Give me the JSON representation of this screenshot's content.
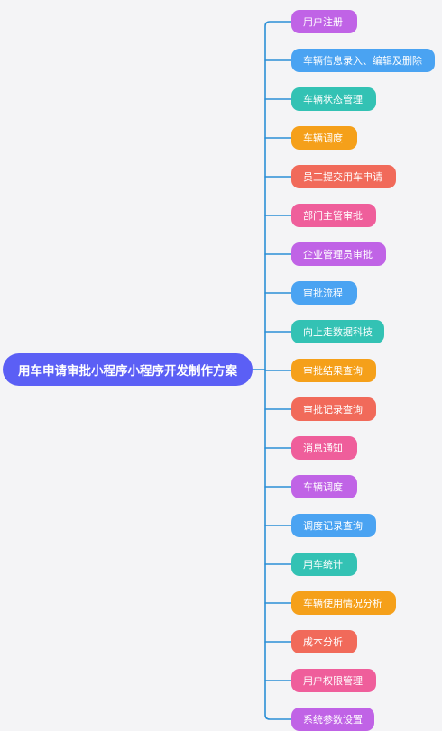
{
  "diagram": {
    "root": {
      "label": "用车申请审批小程序小程序开发制作方案",
      "color": "#5b5ff5"
    },
    "connector_color": "#2b8fd6",
    "children": [
      {
        "label": "用户注册",
        "color": "#c063e6"
      },
      {
        "label": "车辆信息录入、编辑及删除",
        "color": "#4aa3f2"
      },
      {
        "label": "车辆状态管理",
        "color": "#33c2b4"
      },
      {
        "label": "车辆调度",
        "color": "#f5a01a"
      },
      {
        "label": "员工提交用车申请",
        "color": "#f16a5a"
      },
      {
        "label": "部门主管审批",
        "color": "#ef5e9b"
      },
      {
        "label": "企业管理员审批",
        "color": "#c063e6"
      },
      {
        "label": "审批流程",
        "color": "#4aa3f2"
      },
      {
        "label": "向上走数据科技",
        "color": "#33c2b4"
      },
      {
        "label": "审批结果查询",
        "color": "#f5a01a"
      },
      {
        "label": "审批记录查询",
        "color": "#f16a5a"
      },
      {
        "label": "消息通知",
        "color": "#ef5e9b"
      },
      {
        "label": "车辆调度",
        "color": "#c063e6"
      },
      {
        "label": "调度记录查询",
        "color": "#4aa3f2"
      },
      {
        "label": "用车统计",
        "color": "#33c2b4"
      },
      {
        "label": "车辆使用情况分析",
        "color": "#f5a01a"
      },
      {
        "label": "成本分析",
        "color": "#f16a5a"
      },
      {
        "label": "用户权限管理",
        "color": "#ef5e9b"
      },
      {
        "label": "系统参数设置",
        "color": "#c063e6"
      }
    ]
  }
}
